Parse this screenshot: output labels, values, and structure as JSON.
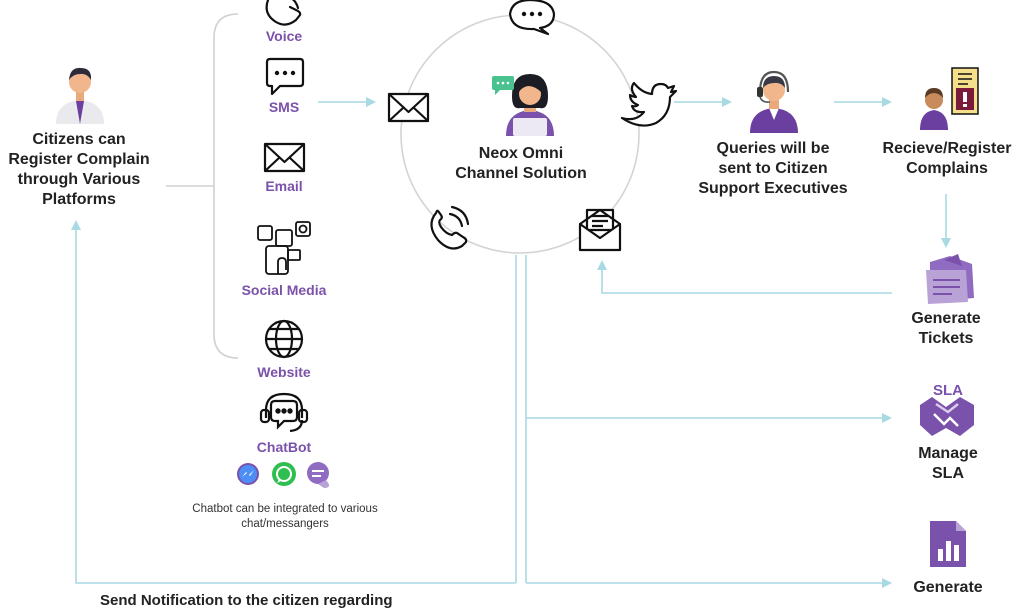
{
  "colors": {
    "accent_purple": "#7b52ab",
    "light_purple": "#b9a3d6",
    "connector_blue": "#a9d9e3",
    "bracket_gray": "#d0d0d0",
    "text_dark": "#222222"
  },
  "citizens": {
    "lines": [
      "Citizens can",
      "Register Complain",
      "through Various",
      "Platforms"
    ]
  },
  "channels": {
    "voice": "Voice",
    "sms": "SMS",
    "email": "Email",
    "social_media": "Social Media",
    "website": "Website",
    "chatbot": "ChatBot",
    "chatbot_note": [
      "Chatbot can be integrated to various",
      "chat/messangers"
    ]
  },
  "center": {
    "lines": [
      "Neox Omni",
      "Channel Solution"
    ]
  },
  "queries": {
    "lines": [
      "Queries will be",
      "sent to Citizen",
      "Support Executives"
    ]
  },
  "register": {
    "lines": [
      "Recieve/Register",
      "Complains"
    ]
  },
  "tickets": {
    "lines": [
      "Generate",
      "Tickets"
    ]
  },
  "sla": {
    "badge": "SLA",
    "lines": [
      "Manage",
      "SLA"
    ]
  },
  "report": {
    "lines": [
      "Generate"
    ]
  },
  "bottom_note": "Send Notification to the citizen regarding"
}
